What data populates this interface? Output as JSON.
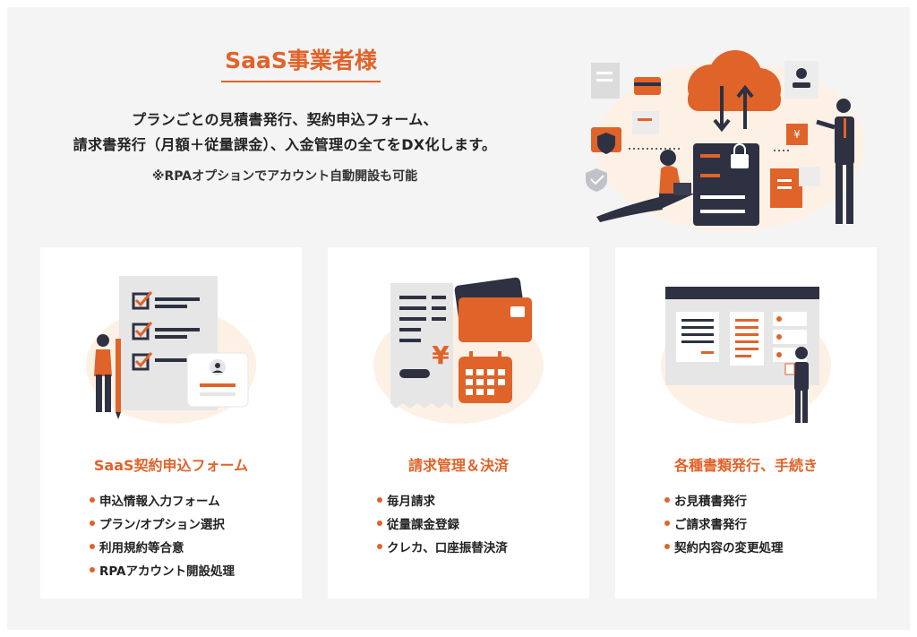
{
  "hero": {
    "title": "SaaS事業者様",
    "line1": "プランごとの見積書発行、契約申込フォーム、",
    "line2": "請求書発行（月額＋従量課金）、入金管理の全てをDX化します。",
    "note": "※RPAオプションでアカウント自動開設も可能",
    "illustration_label": "¥"
  },
  "cards": [
    {
      "title": "SaaS契約申込フォーム",
      "items": [
        "申込情報入力フォーム",
        "プラン/オプション選択",
        "利用規約等合意",
        "RPAアカウント開設処理"
      ]
    },
    {
      "title": "請求管理＆決済",
      "illustration_label": "¥",
      "items": [
        "毎月請求",
        "従量課金登録",
        "クレカ、口座振替決済"
      ]
    },
    {
      "title": "各種書類発行、手続き",
      "items": [
        "お見積書発行",
        "ご請求書発行",
        "契約内容の変更処理"
      ]
    }
  ],
  "colors": {
    "accent": "#e0632a",
    "dark": "#2d3142",
    "background": "#f4f4f4",
    "blob": "#fdf1e6"
  }
}
